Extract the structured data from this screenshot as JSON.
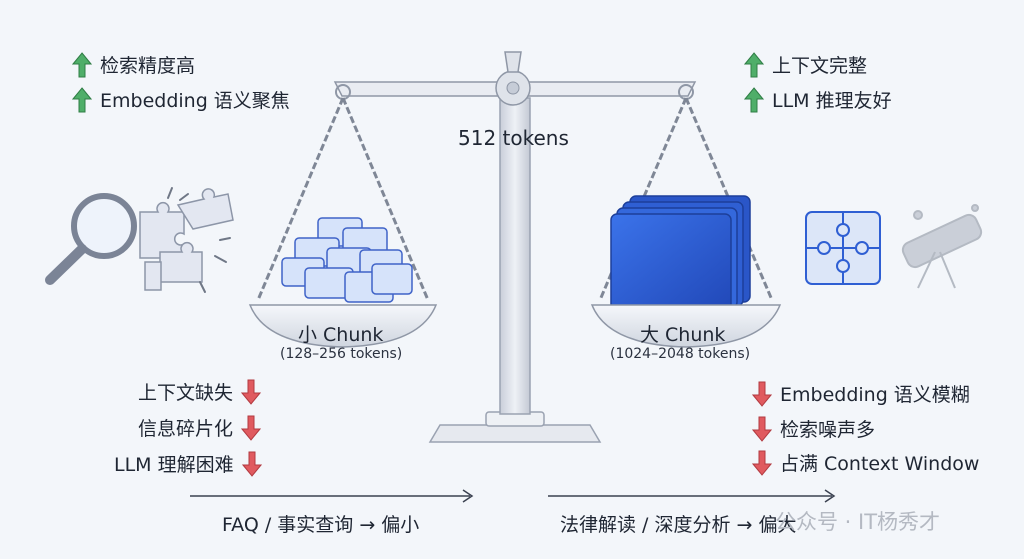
{
  "center": {
    "label": "512 tokens"
  },
  "left": {
    "pros": [
      {
        "text": "检索精度高",
        "icon": "up-arrow-icon"
      },
      {
        "text": "Embedding 语义聚焦",
        "icon": "up-arrow-icon"
      }
    ],
    "pan_title": "小 Chunk",
    "pan_sub": "(128–256 tokens)",
    "cons": [
      {
        "text": "上下文缺失",
        "icon": "down-arrow-icon"
      },
      {
        "text": "信息碎片化",
        "icon": "down-arrow-icon"
      },
      {
        "text": "LLM 理解困难",
        "icon": "down-arrow-icon"
      }
    ],
    "bottom": "FAQ / 事实查询 → 偏小"
  },
  "right": {
    "pros": [
      {
        "text": "上下文完整",
        "icon": "up-arrow-icon"
      },
      {
        "text": "LLM 推理友好",
        "icon": "up-arrow-icon"
      }
    ],
    "pan_title": "大 Chunk",
    "pan_sub": "(1024–2048 tokens)",
    "cons": [
      {
        "text": "Embedding 语义模糊",
        "icon": "down-arrow-icon"
      },
      {
        "text": "检索噪声多",
        "icon": "down-arrow-icon"
      },
      {
        "text": "占满 Context Window",
        "icon": "down-arrow-icon"
      }
    ],
    "bottom": "法律解读 / 深度分析 → 偏大"
  },
  "watermark": "公众号 · IT杨秀才",
  "colors": {
    "up": "#4fae69",
    "down": "#e05a5f",
    "small_chunk": "#d6e3fa",
    "big_chunk": "#2e5fd6",
    "scale": "#d9dde6"
  }
}
